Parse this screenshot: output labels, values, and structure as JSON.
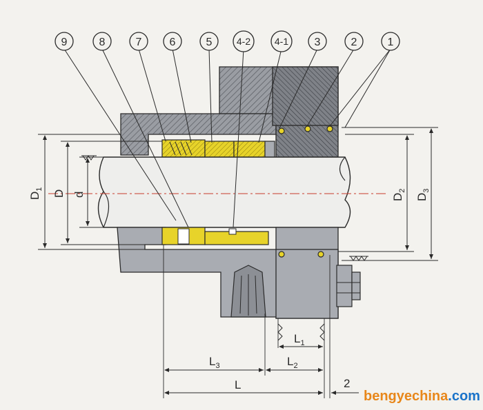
{
  "callouts": [
    {
      "id": "c9",
      "text": "9"
    },
    {
      "id": "c8",
      "text": "8"
    },
    {
      "id": "c7",
      "text": "7"
    },
    {
      "id": "c6",
      "text": "6"
    },
    {
      "id": "c5",
      "text": "5"
    },
    {
      "id": "c42",
      "text": "4-2"
    },
    {
      "id": "c41",
      "text": "4-1"
    },
    {
      "id": "c3",
      "text": "3"
    },
    {
      "id": "c2",
      "text": "2"
    },
    {
      "id": "c1",
      "text": "1"
    }
  ],
  "dimensions": {
    "D1": {
      "main": "D",
      "sub": "1"
    },
    "D": {
      "main": "D"
    },
    "d": {
      "main": "d"
    },
    "D2": {
      "main": "D",
      "sub": "2"
    },
    "D3": {
      "main": "D",
      "sub": "3"
    },
    "L1": {
      "main": "L",
      "sub": "1"
    },
    "L2": {
      "main": "L",
      "sub": "2"
    },
    "L3": {
      "main": "L",
      "sub": "3"
    },
    "L": {
      "main": "L"
    },
    "gap": {
      "main": "2"
    }
  },
  "watermark": {
    "part1": "bengyechina",
    "part2": ".com",
    "color1": "#e8871a",
    "color2": "#1a73c9"
  },
  "colors": {
    "body": "#8c8f95",
    "metal": "#a9acb2",
    "brass": "#e7d32a",
    "line": "#2a2a2a",
    "centerline": "#c83a2a",
    "bg": "#f3f2ee"
  }
}
